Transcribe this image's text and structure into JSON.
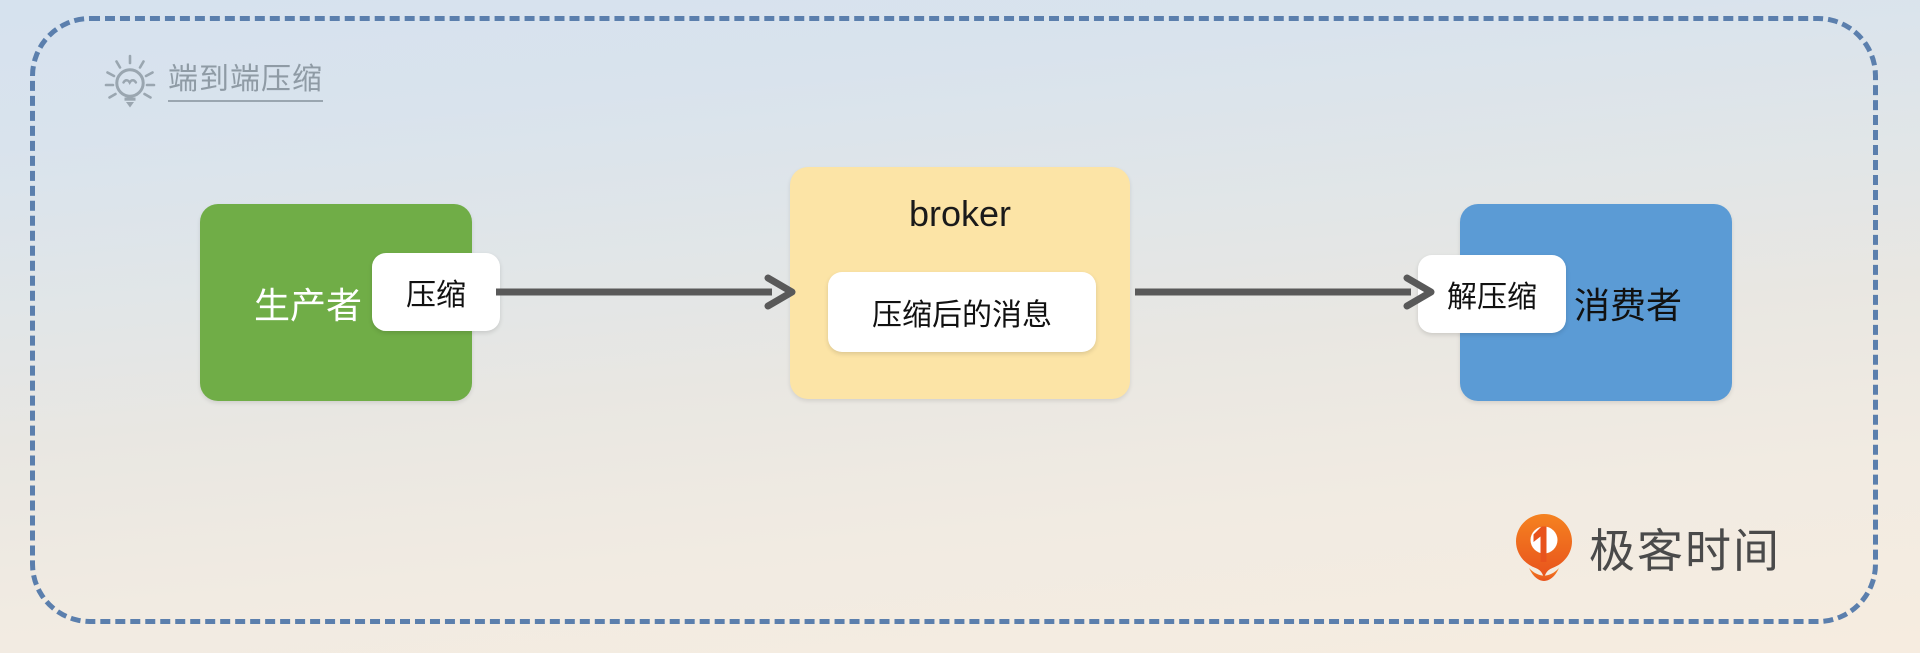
{
  "diagram": {
    "title": "端到端压缩",
    "callout": {
      "icon": "lightbulb-icon",
      "label": "端到端压缩"
    },
    "nodes": [
      {
        "id": "producer",
        "label": "生产者",
        "color": "#70ad47",
        "chip": "压缩"
      },
      {
        "id": "broker",
        "label": "broker",
        "color": "#fce4a6",
        "chip": "压缩后的消息"
      },
      {
        "id": "consumer",
        "label": "消费者",
        "color": "#5b9bd5",
        "chip": "解压缩"
      }
    ],
    "edges": [
      {
        "id": "producer-to-broker",
        "from": "producer",
        "to": "broker",
        "color": "#595959"
      },
      {
        "id": "broker-to-consumer",
        "from": "broker",
        "to": "consumer",
        "color": "#595959"
      }
    ],
    "frame": {
      "style": "dashed",
      "color": "#5b7fad"
    },
    "background": {
      "top_color": "#d6e2ee",
      "bottom_color": "#f6ece0"
    },
    "brand": {
      "name": "极客时间",
      "mark_color": "#ef6c24",
      "text_color": "#4a4a4a"
    }
  }
}
